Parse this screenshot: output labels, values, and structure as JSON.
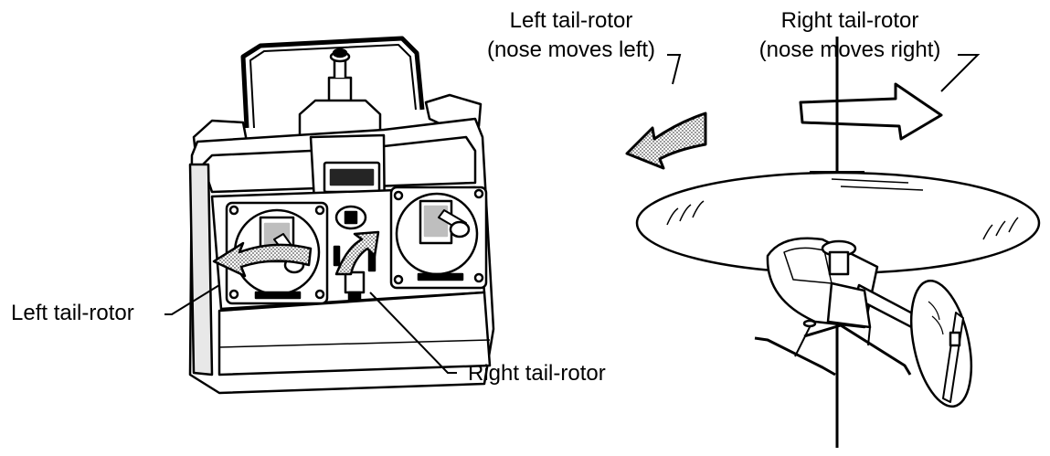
{
  "labels": {
    "left_top_line1": "Left tail-rotor",
    "left_top_line2": "(nose moves left)",
    "right_top_line1": "Right tail-rotor",
    "right_top_line2": "(nose moves right)",
    "left_bottom": "Left tail-rotor",
    "right_bottom": "Right tail-rotor"
  },
  "colors": {
    "ink": "#000000",
    "paper": "#ffffff",
    "stipple": "#8a8a8a"
  },
  "icons": [
    "transmitter-illustration",
    "helicopter-illustration",
    "curved-arrow-left-icon",
    "curved-arrow-right-icon"
  ]
}
